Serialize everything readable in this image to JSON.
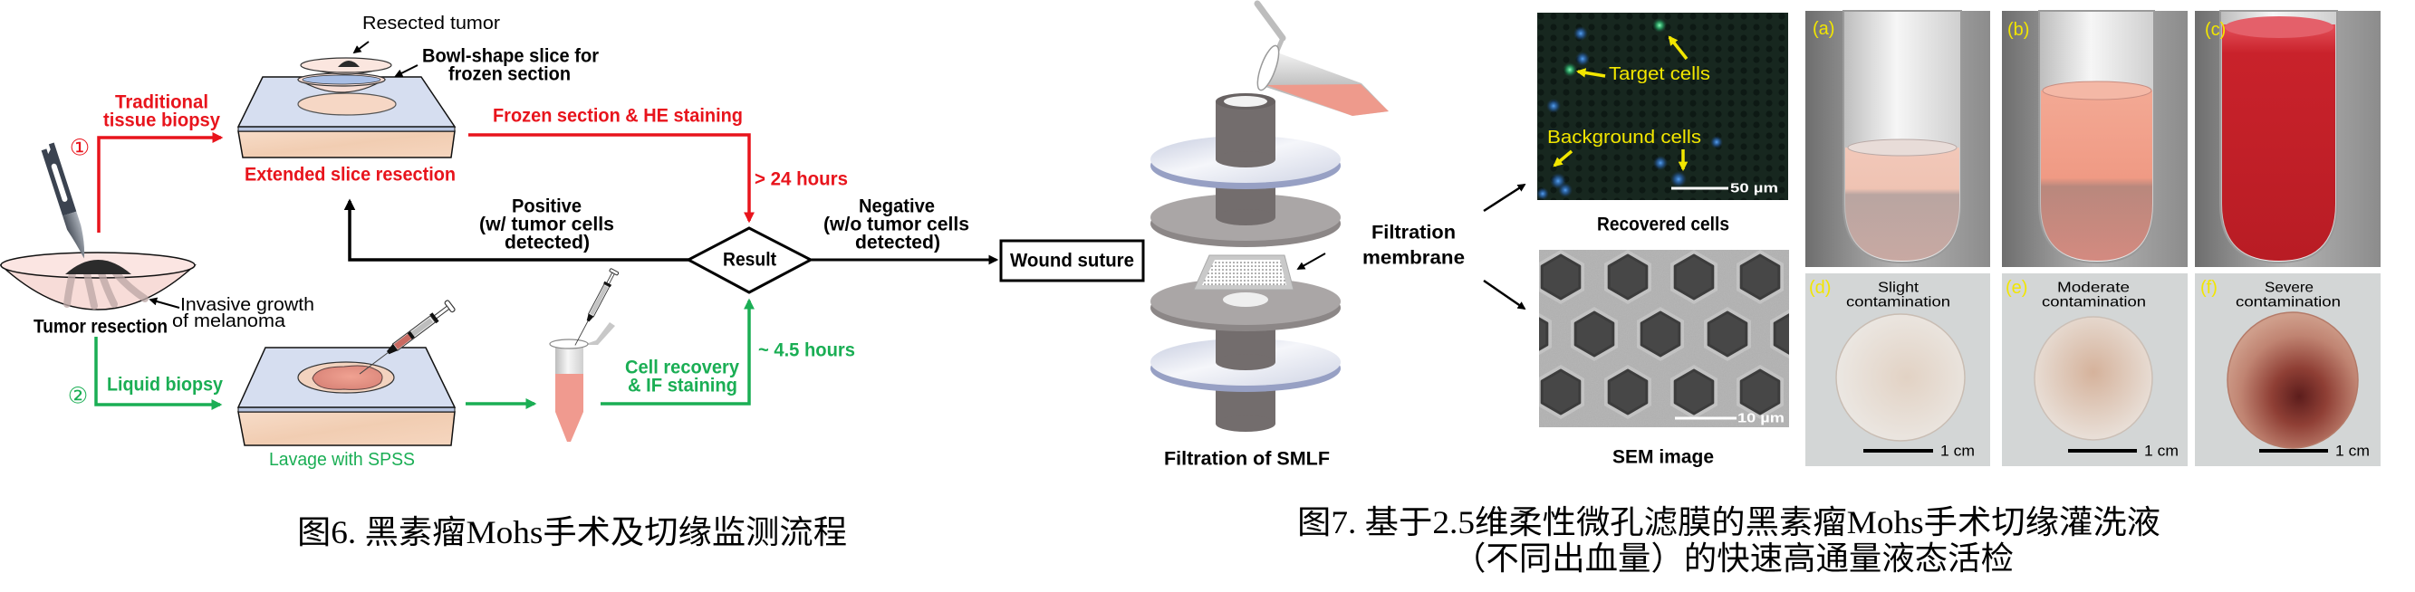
{
  "figure6": {
    "caption": "图6. 黑素瘤Mohs手术及切缘监测流程",
    "tumor_resection": "Tumor resection",
    "invasive_growth": [
      "Invasive growth",
      "of melanoma"
    ],
    "path1": {
      "marker": "①",
      "label": [
        "Traditional",
        "tissue biopsy"
      ]
    },
    "path2": {
      "marker": "②",
      "label": "Liquid biopsy"
    },
    "resected_tumor": "Resected tumor",
    "bowl_shape_slice": [
      "Bowl-shape slice for",
      "frozen section"
    ],
    "extended_slice_resection": "Extended slice resection",
    "frozen_section_step": "Frozen section & HE staining",
    "traditional_duration": "> 24 hours",
    "lavage": "Lavage with SPSS",
    "cell_recovery_step": [
      "Cell recovery",
      "& IF staining"
    ],
    "liquid_duration": "~ 4.5 hours",
    "decision": "Result",
    "positive_branch": [
      "Positive",
      "(w/ tumor cells",
      "detected)"
    ],
    "negative_branch": [
      "Negative",
      "(w/o tumor cells",
      "detected)"
    ],
    "outcome": "Wound suture"
  },
  "figure7": {
    "caption": [
      "图7. 基于2.5维柔性微孔滤膜的黑素瘤Mohs手术切缘灌洗液",
      "（不同出血量）的快速高通量液态活检"
    ],
    "filtration_of_smlf": "Filtration of SMLF",
    "filtration_membrane": [
      "Filtration",
      "membrane"
    ],
    "recovered_cells": {
      "title": "Recovered cells",
      "target_label": "Target cells",
      "background_label": "Background cells",
      "scale_bar": "50 µm"
    },
    "sem_image": {
      "title": "SEM image",
      "scale_bar": "10 µm"
    },
    "tube_panels": [
      {
        "label": "(a)"
      },
      {
        "label": "(b)"
      },
      {
        "label": "(c)"
      }
    ],
    "membrane_panels": [
      {
        "label": "(d)",
        "description": [
          "Slight",
          "contamination"
        ],
        "scale_bar": "1 cm"
      },
      {
        "label": "(e)",
        "description": [
          "Moderate",
          "contamination"
        ],
        "scale_bar": "1 cm"
      },
      {
        "label": "(f)",
        "description": [
          "Severe",
          "contamination"
        ],
        "scale_bar": "1 cm"
      }
    ]
  },
  "colors": {
    "traditional_path": "#e8141c",
    "liquid_path": "#1aae54",
    "flow_line": "#000000",
    "annotation": "#f2e600"
  }
}
